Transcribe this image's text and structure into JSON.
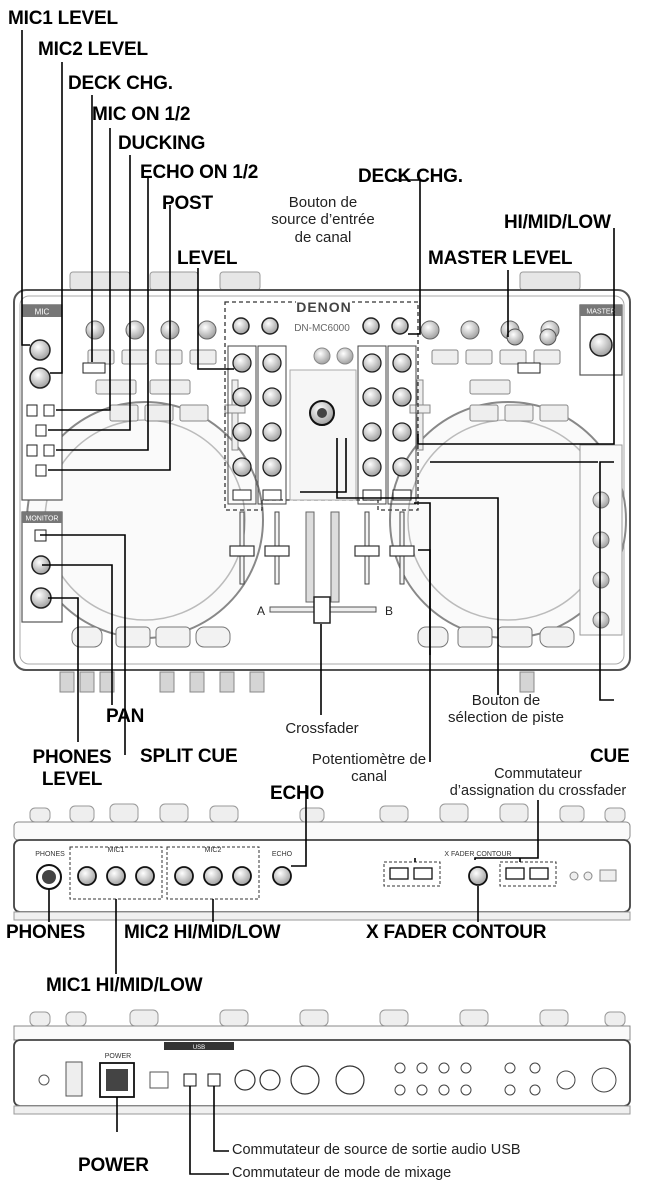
{
  "top_labels": {
    "mic1_level": "MIC1 LEVEL",
    "mic2_level": "MIC2 LEVEL",
    "deck_chg_left": "DECK CHG.",
    "mic_on": "MIC ON 1/2",
    "ducking": "DUCKING",
    "echo_on": "ECHO ON 1/2",
    "post": "POST",
    "deck_chg_right": "DECK CHG.",
    "channel_input_line1": "Bouton de",
    "channel_input_line2": "source d’entrée",
    "channel_input_line3": "de canal",
    "hi_mid_low": "HI/MID/LOW",
    "level": "LEVEL",
    "master_level": "MASTER LEVEL"
  },
  "mid_labels": {
    "pan": "PAN",
    "crossfader": "Crossfader",
    "track_select_line1": "Bouton de",
    "track_select_line2": "sélection de piste",
    "phones_level_line1": "PHONES",
    "phones_level_line2": "LEVEL",
    "split_cue": "SPLIT CUE",
    "channel_fader_line1": "Potentiomètre de",
    "channel_fader_line2": "canal",
    "cue": "CUE"
  },
  "front_labels": {
    "echo": "ECHO",
    "xfader_assign_line1": "Commutateur",
    "xfader_assign_line2": "d’assignation du crossfader",
    "phones": "PHONES",
    "mic2_eq": "MIC2 HI/MID/LOW",
    "xfader_contour": "X FADER CONTOUR",
    "mic1_eq": "MIC1 HI/MID/LOW"
  },
  "rear_labels": {
    "usb_output_switch": "Commutateur de source de sortie audio USB",
    "power": "POWER",
    "mix_mode_switch": "Commutateur de mode de mixage"
  },
  "device_text": {
    "brand": "DENON",
    "model": "DN-MC6000",
    "mic_section": "MIC",
    "master_section": "MASTER",
    "monitor_section": "MONITOR",
    "xfader_a": "A",
    "xfader_b": "B",
    "phones_panel": "PHONES",
    "mic1_panel": "MIC1",
    "mic2_panel": "MIC2",
    "echo_panel": "ECHO",
    "xfader_contour_panel": "X FADER CONTOUR",
    "usb_panel": "USB",
    "power_panel": "POWER"
  },
  "colors": {
    "ink": "#000000",
    "body_line": "#8a8a8a",
    "panel_fill": "#f2f2f2",
    "dashed": "#333333"
  }
}
